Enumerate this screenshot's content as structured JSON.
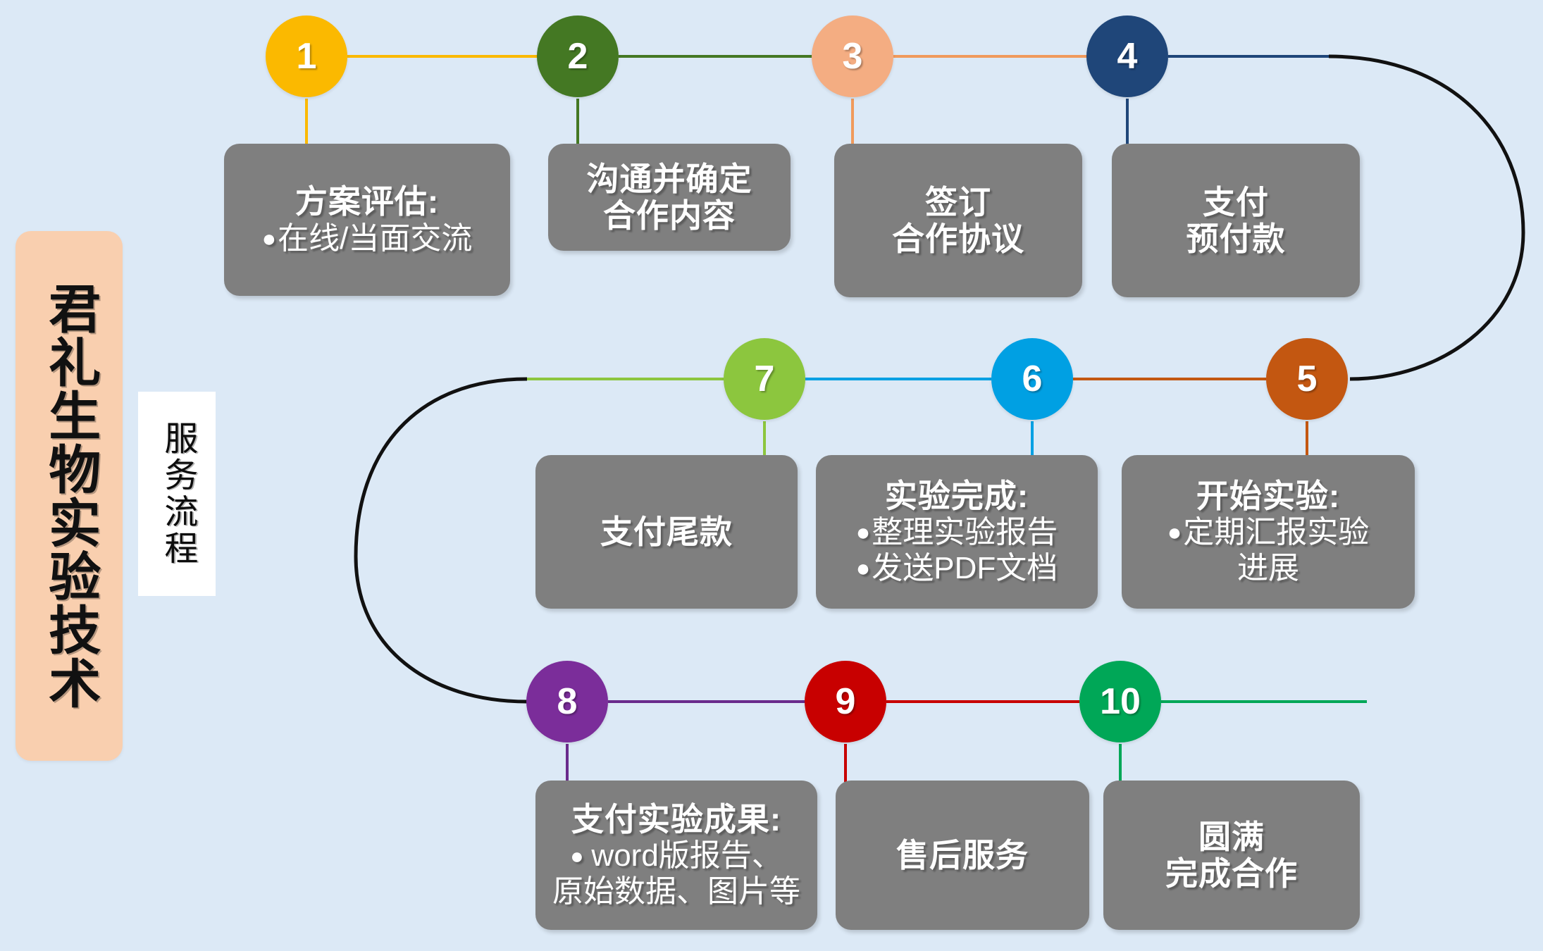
{
  "brand": {
    "title": "君礼生物实验技术",
    "subtitle": "服务流程"
  },
  "colors": {
    "background": "#dce9f6",
    "card": "#7f7f7f",
    "brand_panel": "#f9cfaf",
    "subtitle_panel": "#ffffff",
    "loop_connector": "#000000"
  },
  "steps": [
    {
      "number": "1",
      "color": "#fbb900",
      "title": "方案评估:",
      "lines": [
        {
          "text": "在线/当面交流",
          "bullet": true
        }
      ]
    },
    {
      "number": "2",
      "color": "#447823",
      "title": "沟通并确定\n合作内容",
      "lines": []
    },
    {
      "number": "3",
      "color": "#f4ad82",
      "title": "签订\n合作协议",
      "lines": []
    },
    {
      "number": "4",
      "color": "#1f4679",
      "title": "支付\n预付款",
      "lines": []
    },
    {
      "number": "5",
      "color": "#c35711",
      "title": "开始实验:",
      "lines": [
        {
          "text": "定期汇报实验\n进展",
          "bullet": true
        }
      ]
    },
    {
      "number": "6",
      "color": "#00a0e3",
      "title": "实验完成:",
      "lines": [
        {
          "text": "整理实验报告",
          "bullet": true
        },
        {
          "text": "发送PDF文档",
          "bullet": true
        }
      ]
    },
    {
      "number": "7",
      "color": "#8cc63e",
      "title": "支付尾款",
      "lines": []
    },
    {
      "number": "8",
      "color": "#7b2d9a",
      "title": "支付实验成果:",
      "lines": [
        {
          "text": "word版报告、\n原始数据、图片等",
          "bullet_spaced": true
        }
      ]
    },
    {
      "number": "9",
      "color": "#c80000",
      "title": "售后服务",
      "lines": []
    },
    {
      "number": "10",
      "color": "#00a757",
      "title": "圆满\n完成合作",
      "lines": []
    }
  ]
}
